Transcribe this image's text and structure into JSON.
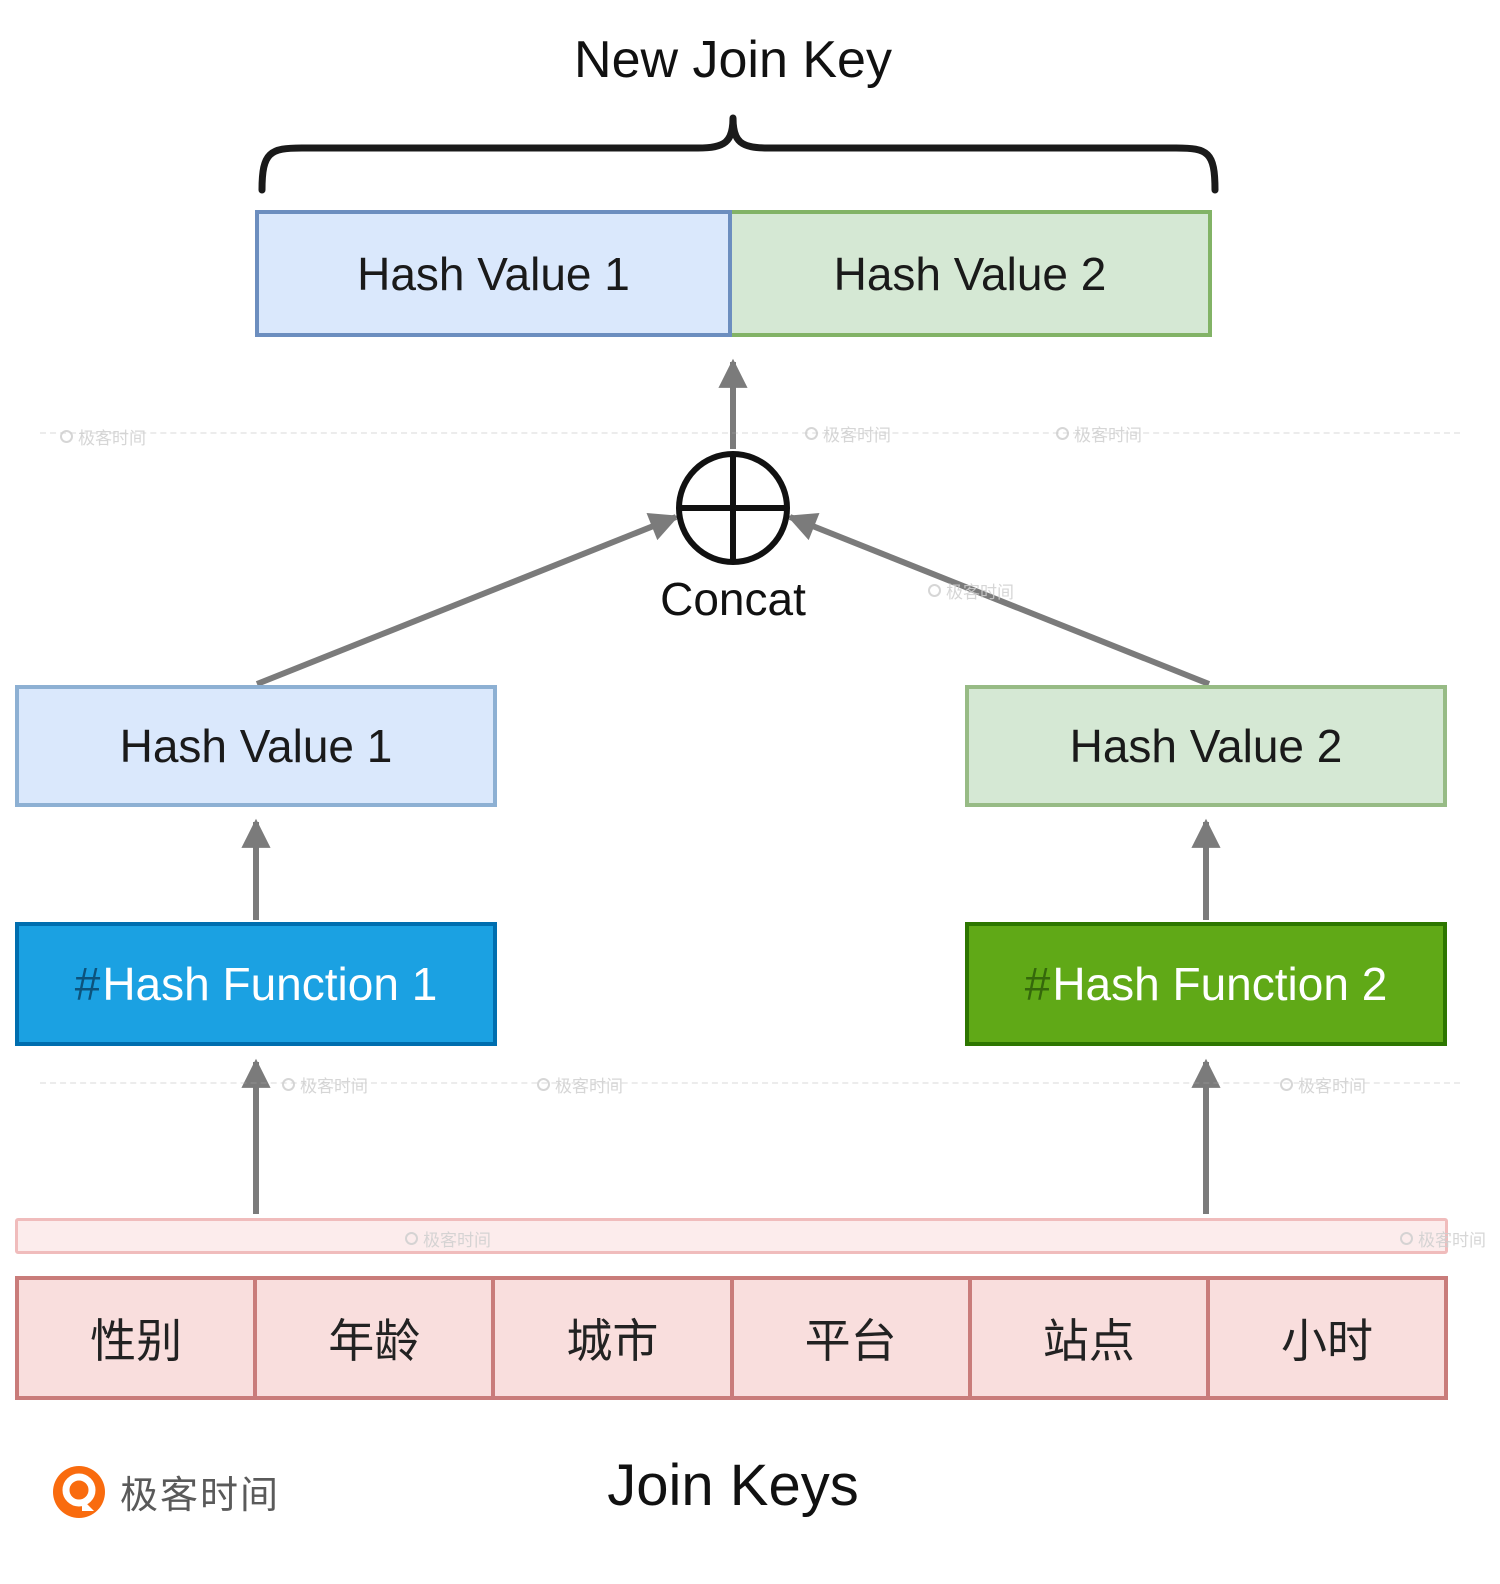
{
  "diagram": {
    "title": "New Join Key",
    "new_key": {
      "left_label": "Hash Value 1",
      "right_label": "Hash Value 2"
    },
    "concat_label": "Concat",
    "hash_value_1": "Hash Value 1",
    "hash_value_2": "Hash Value 2",
    "hash_function_1": {
      "symbol": "#",
      "label": "Hash Function 1"
    },
    "hash_function_2": {
      "symbol": "#",
      "label": "Hash Function 2"
    },
    "join_keys_label": "Join Keys",
    "join_key_columns": [
      "性别",
      "年龄",
      "城市",
      "平台",
      "站点",
      "小时"
    ]
  },
  "branding": {
    "logo_text": "极客时间",
    "watermark": "极客时间",
    "brand_orange": "#f96b0e"
  },
  "colors": {
    "blue_fill": "#dae8fc",
    "blue_border": "#6c8ebf",
    "green_fill": "#d5e8d4",
    "green_border": "#82b366",
    "fn_blue_fill": "#1ba1e2",
    "fn_blue_border": "#006eaf",
    "fn_green_fill": "#60a917",
    "fn_green_border": "#2d7600",
    "pink_fill": "#f9dedd",
    "pink_border": "#c97c7a",
    "arrow_gray": "#7b7b7b"
  }
}
